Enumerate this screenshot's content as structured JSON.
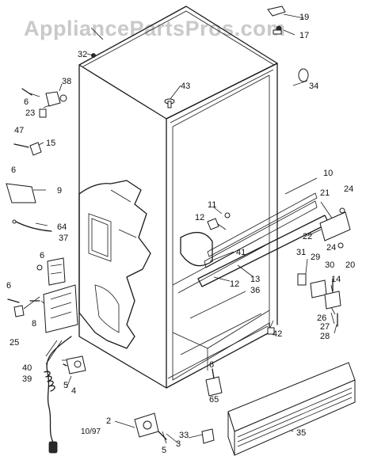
{
  "watermark": "AppliancePartsPros.com",
  "diagram_code": "10/97",
  "callouts": {
    "c2": "2",
    "c3": "3",
    "c4": "4",
    "c5a": "5",
    "c5b": "5",
    "c6a": "6",
    "c6b": "6",
    "c6c": "6",
    "c6d": "6",
    "c6e": "6",
    "c8": "8",
    "c9": "9",
    "c10": "10",
    "c11": "11",
    "c12a": "12",
    "c12b": "12",
    "c13": "13",
    "c14": "14",
    "c15": "15",
    "c17": "17",
    "c19": "19",
    "c20": "20",
    "c21": "21",
    "c22": "22",
    "c23": "23",
    "c24a": "24",
    "c24b": "24",
    "c25": "25",
    "c26": "26",
    "c27": "27",
    "c28": "28",
    "c29": "29",
    "c30": "30",
    "c31": "31",
    "c32": "32",
    "c33": "33",
    "c34": "34",
    "c35": "35",
    "c36": "36",
    "c37": "37",
    "c38": "38",
    "c39": "39",
    "c40": "40",
    "c41": "41",
    "c42": "42",
    "c43": "43",
    "c47": "47",
    "c64": "64",
    "c65": "65"
  }
}
